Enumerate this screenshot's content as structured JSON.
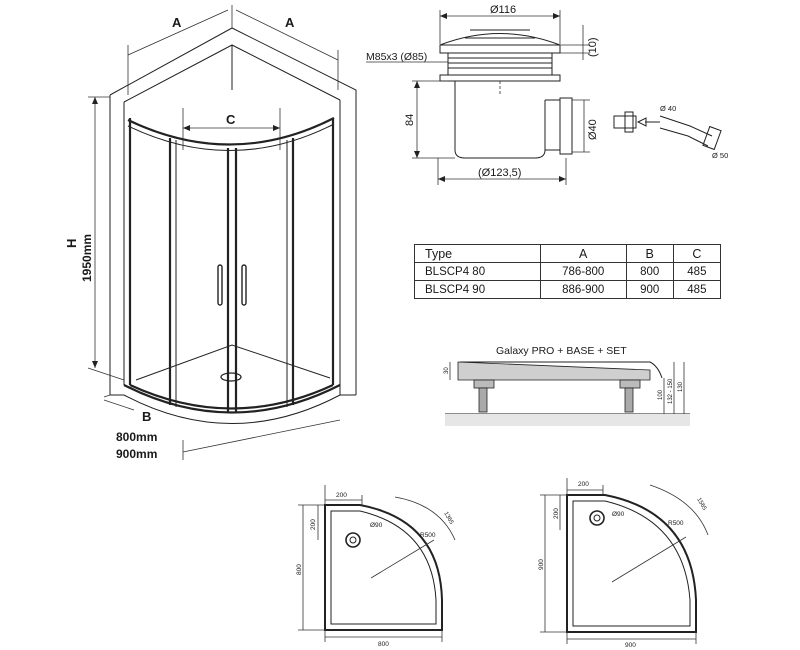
{
  "enclosure": {
    "label_a_left": "A",
    "label_a_right": "A",
    "label_c": "C",
    "label_h": "H",
    "label_height": "1950mm",
    "label_b": "B",
    "label_width_1": "800mm",
    "label_width_2": "900mm"
  },
  "drain": {
    "top_diameter": "Ø116",
    "thread": "M85x3 (Ø85)",
    "top_height": "(10)",
    "body_height": "84",
    "outlet_diameter": "Ø40",
    "bottom_diameter": "(Ø123,5)",
    "pipe_diameter_1": "Ø 40",
    "pipe_diameter_2": "Ø 50"
  },
  "table": {
    "headers": [
      "Type",
      "A",
      "B",
      "C"
    ],
    "rows": [
      [
        "BLSCP4 80",
        "786-800",
        "800",
        "485"
      ],
      [
        "BLSCP4 90",
        "886-900",
        "900",
        "485"
      ]
    ]
  },
  "tray_section": {
    "title": "Galaxy PRO + BASE + SET",
    "dim_left": "30",
    "dim_right_1": "100",
    "dim_right_2": "132 - 150",
    "dim_right_3": "130"
  },
  "plan_small": {
    "top_200": "200",
    "side_200": "200",
    "drain_90": "Ø90",
    "radius": "R500",
    "diag": "1365",
    "height": "800",
    "width": "800"
  },
  "plan_large": {
    "top_200": "200",
    "side_200": "200",
    "drain_90": "Ø90",
    "radius": "R500",
    "diag": "1565",
    "height": "900",
    "width": "900"
  }
}
